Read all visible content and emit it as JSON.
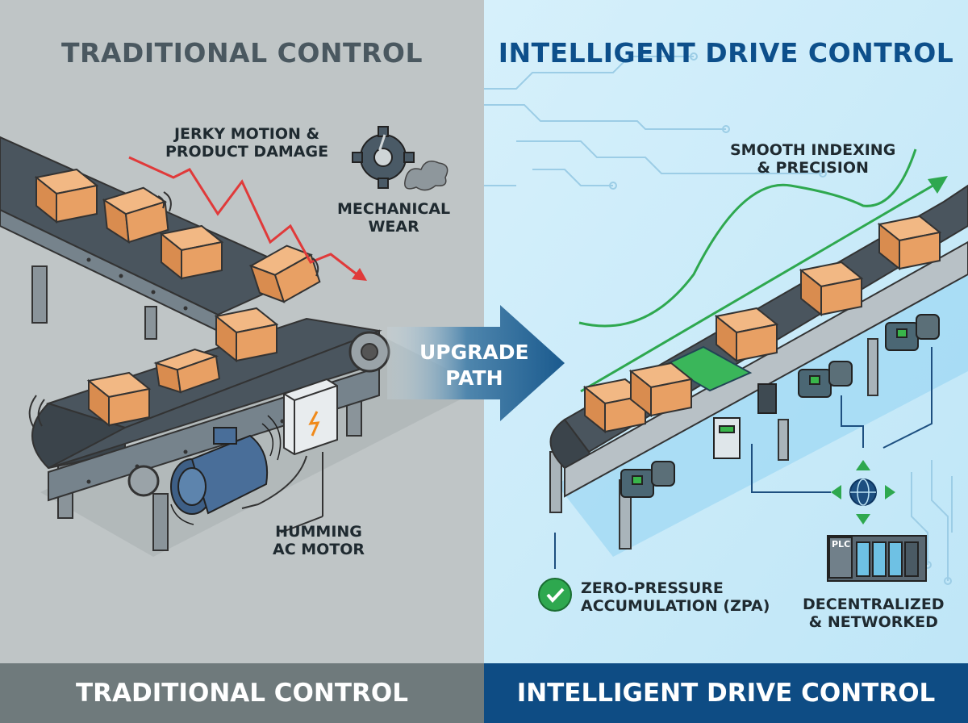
{
  "left": {
    "heading": "TRADITIONAL CONTROL",
    "callouts": {
      "jerky_line1": "JERKY MOTION &",
      "jerky_line2": "PRODUCT DAMAGE",
      "wear_line1": "MECHANICAL",
      "wear_line2": "WEAR",
      "motor_line1": "HUMMING",
      "motor_line2": "AC MOTOR"
    },
    "footer": "TRADITIONAL CONTROL"
  },
  "center": {
    "arrow_line1": "UPGRADE",
    "arrow_line2": "PATH"
  },
  "right": {
    "heading": "INTELLIGENT DRIVE CONTROL",
    "callouts": {
      "smooth_line1": "SMOOTH INDEXING",
      "smooth_line2": "& PRECISION",
      "zpa_line1": "ZERO-PRESSURE",
      "zpa_line2": "ACCUMULATION (ZPA)",
      "network_line1": "DECENTRALIZED",
      "network_line2": "& NETWORKED"
    },
    "plc_label": "PLC",
    "footer": "INTELLIGENT DRIVE CONTROL"
  },
  "colors": {
    "left_bg": "#bfc5c6",
    "right_bg": "#cdebf8",
    "left_footer": "#6f7a7c",
    "right_footer": "#0e4c84",
    "damage_red": "#e03a3a",
    "smooth_green": "#2ea84f",
    "box_orange": "#e8a064"
  },
  "icons": [
    "gear-icon",
    "smoke-icon",
    "motor-icon",
    "control-box-icon",
    "check-icon",
    "network-globe-icon",
    "plc-icon",
    "circuit-trace-icon"
  ]
}
